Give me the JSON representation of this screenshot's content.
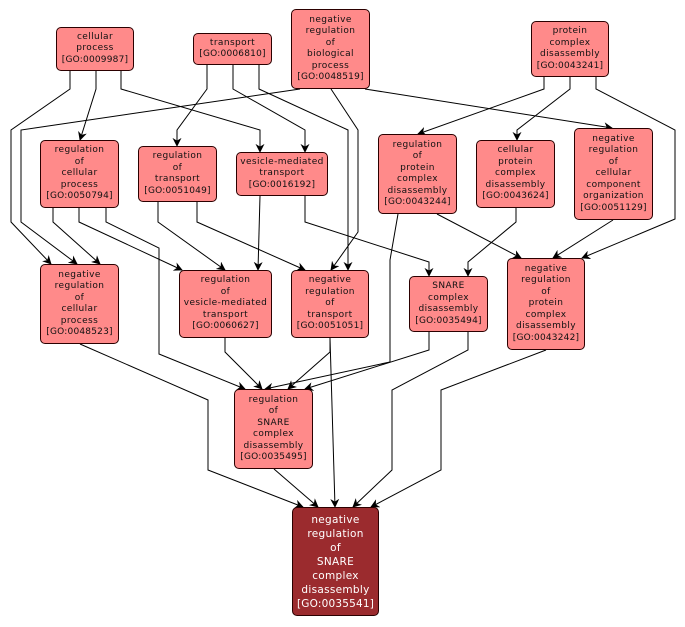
{
  "graph": {
    "title": "GO term ancestry graph",
    "colors": {
      "node_fill": "#ff8a8a",
      "target_fill": "#9b2b2e",
      "node_border": "#2b0000",
      "edge": "#000000"
    },
    "nodes": [
      {
        "id": "GO:0009987",
        "lines": [
          "cellular",
          "process"
        ],
        "label": "[GO:0009987]"
      },
      {
        "id": "GO:0006810",
        "lines": [
          "transport"
        ],
        "label": "[GO:0006810]"
      },
      {
        "id": "GO:0048519",
        "lines": [
          "negative",
          "regulation",
          "of",
          "biological",
          "process"
        ],
        "label": "[GO:0048519]"
      },
      {
        "id": "GO:0043241",
        "lines": [
          "protein",
          "complex",
          "disassembly"
        ],
        "label": "[GO:0043241]"
      },
      {
        "id": "GO:0050794",
        "lines": [
          "regulation",
          "of",
          "cellular",
          "process"
        ],
        "label": "[GO:0050794]"
      },
      {
        "id": "GO:0051049",
        "lines": [
          "regulation",
          "of",
          "transport"
        ],
        "label": "[GO:0051049]"
      },
      {
        "id": "GO:0016192",
        "lines": [
          "vesicle-mediated",
          "transport"
        ],
        "label": "[GO:0016192]"
      },
      {
        "id": "GO:0043244",
        "lines": [
          "regulation",
          "of",
          "protein",
          "complex",
          "disassembly"
        ],
        "label": "[GO:0043244]"
      },
      {
        "id": "GO:0043624",
        "lines": [
          "cellular",
          "protein",
          "complex",
          "disassembly"
        ],
        "label": "[GO:0043624]"
      },
      {
        "id": "GO:0051129",
        "lines": [
          "negative",
          "regulation",
          "of",
          "cellular",
          "component",
          "organization"
        ],
        "label": "[GO:0051129]"
      },
      {
        "id": "GO:0048523",
        "lines": [
          "negative",
          "regulation",
          "of",
          "cellular",
          "process"
        ],
        "label": "[GO:0048523]"
      },
      {
        "id": "GO:0060627",
        "lines": [
          "regulation",
          "of",
          "vesicle-mediated",
          "transport"
        ],
        "label": "[GO:0060627]"
      },
      {
        "id": "GO:0051051",
        "lines": [
          "negative",
          "regulation",
          "of",
          "transport"
        ],
        "label": "[GO:0051051]"
      },
      {
        "id": "GO:0035494",
        "lines": [
          "SNARE",
          "complex",
          "disassembly"
        ],
        "label": "[GO:0035494]"
      },
      {
        "id": "GO:0043242",
        "lines": [
          "negative",
          "regulation",
          "of",
          "protein",
          "complex",
          "disassembly"
        ],
        "label": "[GO:0043242]"
      },
      {
        "id": "GO:0035495",
        "lines": [
          "regulation",
          "of",
          "SNARE",
          "complex",
          "disassembly"
        ],
        "label": "[GO:0035495]"
      },
      {
        "id": "GO:0035541",
        "lines": [
          "negative",
          "regulation",
          "of",
          "SNARE",
          "complex",
          "disassembly"
        ],
        "label": "[GO:0035541]",
        "highlighted": true
      }
    ],
    "edges": [
      {
        "from": "GO:0009987",
        "to": "GO:0048523"
      },
      {
        "from": "GO:0009987",
        "to": "GO:0050794"
      },
      {
        "from": "GO:0009987",
        "to": "GO:0016192"
      },
      {
        "from": "GO:0006810",
        "to": "GO:0051049"
      },
      {
        "from": "GO:0006810",
        "to": "GO:0016192"
      },
      {
        "from": "GO:0006810",
        "to": "GO:0051051"
      },
      {
        "from": "GO:0048519",
        "to": "GO:0048523"
      },
      {
        "from": "GO:0048519",
        "to": "GO:0051051"
      },
      {
        "from": "GO:0048519",
        "to": "GO:0051129"
      },
      {
        "from": "GO:0043241",
        "to": "GO:0043244"
      },
      {
        "from": "GO:0043241",
        "to": "GO:0043624"
      },
      {
        "from": "GO:0043241",
        "to": "GO:0043242"
      },
      {
        "from": "GO:0050794",
        "to": "GO:0048523"
      },
      {
        "from": "GO:0050794",
        "to": "GO:0060627"
      },
      {
        "from": "GO:0050794",
        "to": "GO:0035495"
      },
      {
        "from": "GO:0051049",
        "to": "GO:0060627"
      },
      {
        "from": "GO:0051049",
        "to": "GO:0051051"
      },
      {
        "from": "GO:0016192",
        "to": "GO:0060627"
      },
      {
        "from": "GO:0016192",
        "to": "GO:0035494"
      },
      {
        "from": "GO:0043244",
        "to": "GO:0035495"
      },
      {
        "from": "GO:0043244",
        "to": "GO:0043242"
      },
      {
        "from": "GO:0043624",
        "to": "GO:0035494"
      },
      {
        "from": "GO:0051129",
        "to": "GO:0043242"
      },
      {
        "from": "GO:0048523",
        "to": "GO:0035541"
      },
      {
        "from": "GO:0060627",
        "to": "GO:0035495"
      },
      {
        "from": "GO:0051051",
        "to": "GO:0035495"
      },
      {
        "from": "GO:0051051",
        "to": "GO:0035541"
      },
      {
        "from": "GO:0035494",
        "to": "GO:0035495"
      },
      {
        "from": "GO:0035494",
        "to": "GO:0035541"
      },
      {
        "from": "GO:0043242",
        "to": "GO:0035541"
      },
      {
        "from": "GO:0035495",
        "to": "GO:0035541"
      }
    ]
  }
}
